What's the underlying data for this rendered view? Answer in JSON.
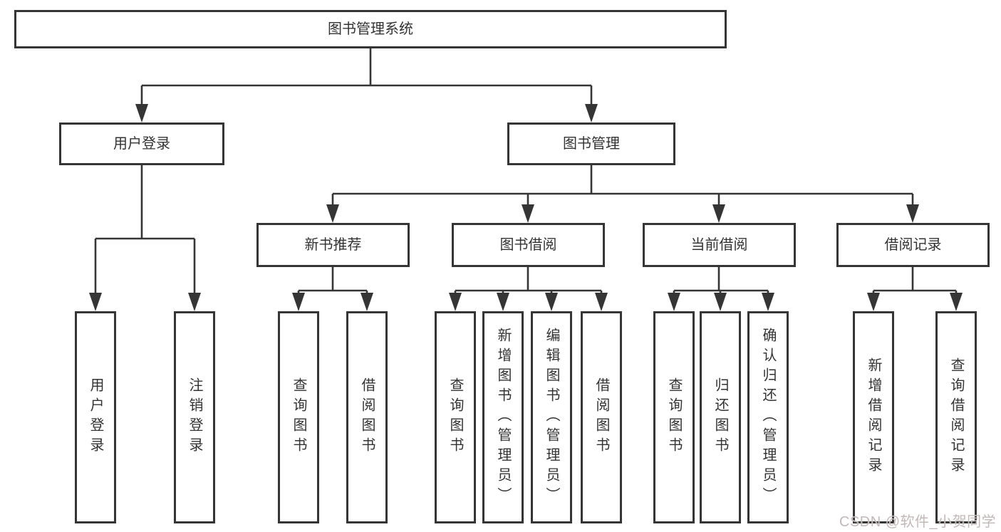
{
  "tree": {
    "root": "图书管理系统",
    "level2": [
      {
        "label": "用户登录"
      },
      {
        "label": "图书管理"
      }
    ],
    "level3": [
      {
        "label": "新书推荐"
      },
      {
        "label": "图书借阅"
      },
      {
        "label": "当前借阅"
      },
      {
        "label": "借阅记录"
      }
    ],
    "leaves": {
      "user_login": [
        "用户登录",
        "注销登录"
      ],
      "new_book_recommend": [
        "查询图书",
        "借阅图书"
      ],
      "book_borrow": [
        "查询图书",
        "新增图书（管理员）",
        "编辑图书（管理员）",
        "借阅图书"
      ],
      "current_borrow": [
        "查询图书",
        "归还图书",
        "确认归还（管理员）"
      ],
      "borrow_records": [
        "新增借阅记录",
        "查询借阅记录"
      ]
    }
  },
  "watermark": {
    "text": "CSDN @软件_小贺同学"
  },
  "colors": {
    "line": "#353535",
    "border": "#353535",
    "text": "#333333",
    "background": "#ffffff",
    "watermark": "#c3b8b8"
  }
}
